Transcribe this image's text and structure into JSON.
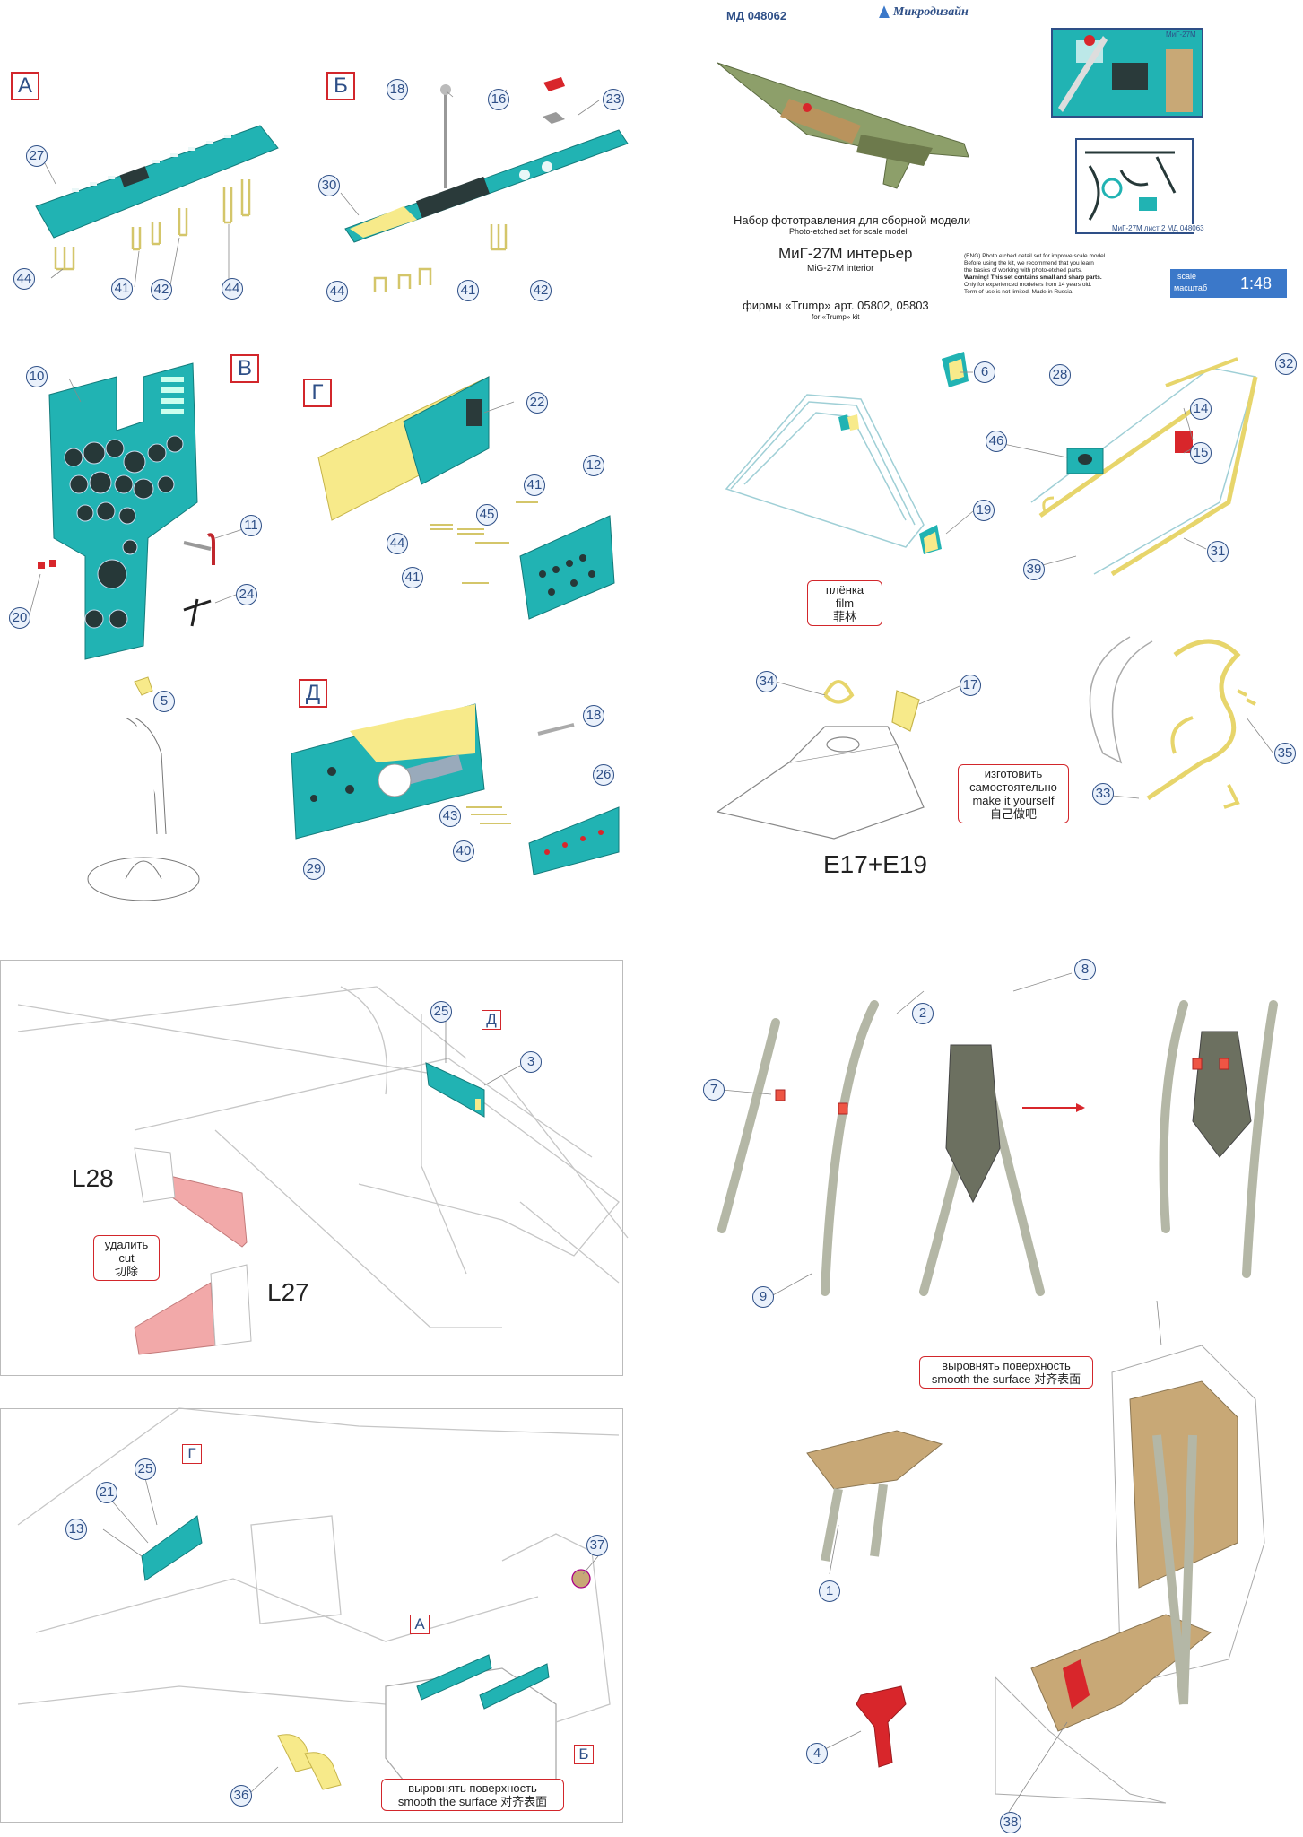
{
  "header": {
    "product_code": "МД 048062",
    "brand": "Микродизайн",
    "title_ru": "Набор фототравления для сборной модели",
    "title_en": "Photo-etched set for scale model",
    "model_ru": "МиГ-27М интерьер",
    "model_en": "MiG-27M interior",
    "kit_ru": "фирмы «Trump» арт. 05802, 05803",
    "kit_en": "for «Trump» kit",
    "fret_label_1": "МиГ-27М",
    "fret_label_2": "МиГ-27М лист 2 МД 048063",
    "info_1": "(ENG) Photo etched detail set for improve scale model.",
    "info_2": "Before using the kit, we recommend that you learn",
    "info_3": "the basics of working with photo-etched parts.",
    "info_4": "Warning! This set contains small and sharp parts.",
    "info_5": "Only for experienced modelers from 14 years old.",
    "info_6": "Term of use is not limited. Made in Russia.",
    "scale_en": "scale",
    "scale_ru": "масштаб",
    "scale_value": "1:48"
  },
  "sections": {
    "A": "А",
    "B": "Б",
    "V": "В",
    "G": "Г",
    "D": "Д"
  },
  "notes": {
    "film_ru": "плёнка",
    "film_en": "film",
    "film_cn": "菲林",
    "make_ru_1": "изготовить",
    "make_ru_2": "самостоятельно",
    "make_en": "make it yourself",
    "make_cn": "自己做吧",
    "cut_ru": "удалить",
    "cut_en": "cut",
    "cut_cn": "切除",
    "smooth_ru": "выровнять поверхность",
    "smooth_en": "smooth the surface 对齐表面"
  },
  "labels": {
    "e17": "E17+E19",
    "l28": "L28",
    "l27": "L27"
  },
  "callouts": {
    "n27": "27",
    "n44a": "44",
    "n41a": "41",
    "n42a": "42",
    "n44b": "44",
    "n18a": "18",
    "n16": "16",
    "n23": "23",
    "n30": "30",
    "n44c": "44",
    "n41b": "41",
    "n42b": "42",
    "n10": "10",
    "n11": "11",
    "n24": "24",
    "n20": "20",
    "n22": "22",
    "n41c": "41",
    "n12": "12",
    "n45": "45",
    "n44d": "44",
    "n41d": "41",
    "n5": "5",
    "n18b": "18",
    "n26": "26",
    "n43": "43",
    "n40": "40",
    "n29": "29",
    "n6": "6",
    "n19": "19",
    "n28": "28",
    "n32": "32",
    "n14": "14",
    "n15": "15",
    "n46": "46",
    "n31": "31",
    "n39": "39",
    "n34": "34",
    "n17": "17",
    "n35": "35",
    "n33": "33",
    "n25a": "25",
    "n3": "3",
    "n8": "8",
    "n2": "2",
    "n7": "7",
    "n9": "9",
    "n25b": "25",
    "n21": "21",
    "n13": "13",
    "n37": "37",
    "n36": "36",
    "n1": "1",
    "n4": "4",
    "n38": "38"
  },
  "colors": {
    "pe_teal": "#21b3b3",
    "pe_yellow": "#f7ea8a",
    "pe_red": "#d8262b",
    "cut_pink": "#f2a9a9",
    "seat_khaki": "#c8a876",
    "strap_gray": "#b4b7a6",
    "accent_blue": "#3b78c9"
  }
}
